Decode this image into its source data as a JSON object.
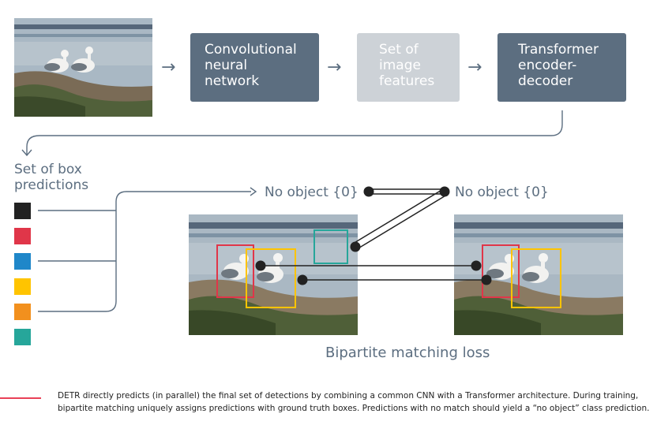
{
  "pipeline": {
    "cnn_label": "Convolutional\nneural\nnetwork",
    "features_label": "Set of\nimage\nfeatures",
    "transformer_label": "Transformer\nencoder-\ndecoder",
    "arrow_glyph": "→"
  },
  "predictions": {
    "title": "Set of box\npredictions",
    "swatch_colors": [
      "#222222",
      "#e03649",
      "#1f87c9",
      "#ffc400",
      "#f2901e",
      "#26a69a"
    ]
  },
  "matching": {
    "no_object_left": "No object {0}",
    "no_object_right": "No object {0}",
    "loss_label": "Bipartite matching loss"
  },
  "caption": "DETR directly predicts (in parallel) the final set of detections by combining a common CNN with a Transformer architecture. During training, bipartite matching uniquely assigns predictions with ground truth boxes. Predictions with no match should yield a “no object” class prediction.",
  "colors": {
    "accent_slate": "#5c6e80",
    "caption_rule": "#e94057",
    "box_red": "#e03649",
    "box_yellow": "#ffc400",
    "box_teal": "#26a69a"
  }
}
